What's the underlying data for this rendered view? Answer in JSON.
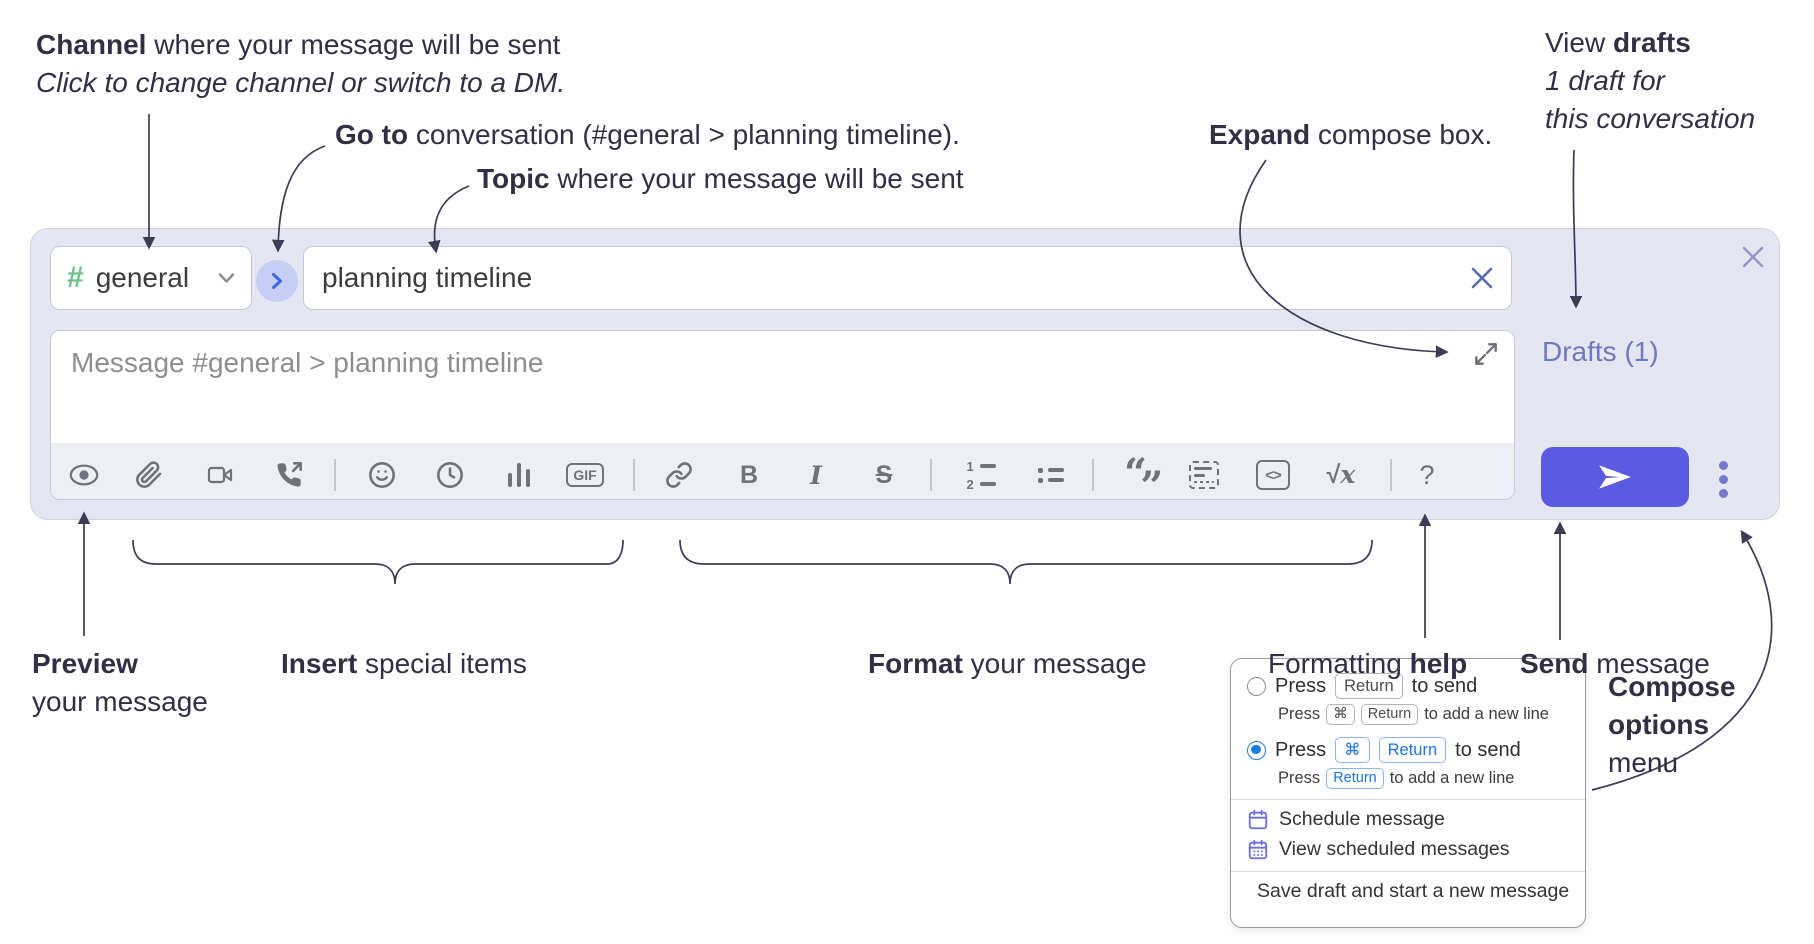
{
  "annotations": {
    "channel": {
      "bold": "Channel",
      "rest": " where your message will be sent",
      "line2": "Click to change channel or switch to a DM."
    },
    "goto": {
      "bold": "Go to",
      "rest": " conversation (#general > planning timeline)."
    },
    "topic": {
      "bold": "Topic",
      "rest": " where your message will be sent"
    },
    "expand": {
      "bold": "Expand",
      "rest": " compose box."
    },
    "view_drafts": {
      "pre": "View ",
      "bold": "drafts",
      "line2": "1 draft for",
      "line3": "this conversation"
    },
    "preview": {
      "bold": "Preview",
      "line2": "your message"
    },
    "insert": {
      "bold": "Insert",
      "rest": " special items"
    },
    "format": {
      "bold": "Format",
      "rest": " your message"
    },
    "formatting_help": {
      "pre": "Formatting ",
      "bold": "help"
    },
    "send": {
      "bold": "Send",
      "rest": " message"
    },
    "compose_options": {
      "bold1": "Compose",
      "bold2": "options",
      "rest": "menu"
    }
  },
  "compose": {
    "channel_hash": "#",
    "channel_name": "general",
    "topic_value": "planning timeline",
    "message_placeholder": "Message #general > planning timeline",
    "drafts_label": "Drafts (1)",
    "toolbar": {
      "gif": "GIF",
      "bold": "B",
      "italic": "I",
      "strike": "S",
      "olist1": "1",
      "olist2": "2",
      "math_sqrt": "√",
      "math_x": "x",
      "help": "?",
      "quote_open": "“",
      "quote_close": "„"
    }
  },
  "popup": {
    "option1": {
      "pre": "Press",
      "key": "Return",
      "post": "to send",
      "sub_pre": "Press",
      "sub_key1": "⌘",
      "sub_key2": "Return",
      "sub_post": "to add a new line"
    },
    "option2": {
      "pre": "Press",
      "key1": "⌘",
      "key2": "Return",
      "post": "to send",
      "sub_pre": "Press",
      "sub_key": "Return",
      "sub_post": "to add a new line"
    },
    "schedule": "Schedule message",
    "view_scheduled": "View scheduled messages",
    "save_draft": "Save draft and start a new message"
  },
  "colors": {
    "send_button": "#5a5be0",
    "channel_hash_green": "#6cc088",
    "drafts_link": "#6e79bd",
    "radio_selected_blue": "#1e7be0",
    "menu_icon_purple": "#6a6edb",
    "compose_bg": "#e4e6f2"
  }
}
